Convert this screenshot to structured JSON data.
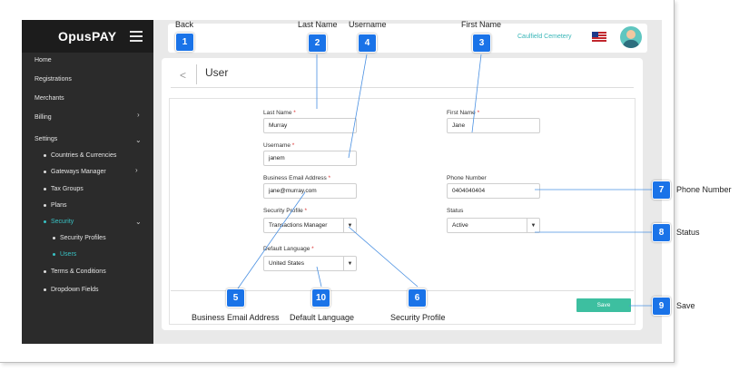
{
  "app": {
    "name": "OpusPAY",
    "organization": "Caulfield Cemetery"
  },
  "sidebar": {
    "items": [
      {
        "label": "Home"
      },
      {
        "label": "Registrations"
      },
      {
        "label": "Merchants"
      },
      {
        "label": "Billing"
      },
      {
        "label": "Settings"
      },
      {
        "label": "Countries & Currencies"
      },
      {
        "label": "Gateways Manager"
      },
      {
        "label": "Tax Groups"
      },
      {
        "label": "Plans"
      },
      {
        "label": "Security"
      },
      {
        "label": "Security Profiles"
      },
      {
        "label": "Users"
      },
      {
        "label": "Terms & Conditions"
      },
      {
        "label": "Dropdown Fields"
      }
    ],
    "active": "Users"
  },
  "page": {
    "title": "User",
    "back_glyph": "<"
  },
  "form": {
    "last_name": {
      "label": "Last Name",
      "value": "Murray"
    },
    "first_name": {
      "label": "First Name",
      "value": "Jane"
    },
    "username": {
      "label": "Username",
      "value": "janem"
    },
    "email": {
      "label": "Business Email Address",
      "value": "jane@murray.com"
    },
    "phone": {
      "label": "Phone Number",
      "value": "0404040404"
    },
    "security_profile": {
      "label": "Security Profile",
      "value": "Transactions Manager"
    },
    "status": {
      "label": "Status",
      "value": "Active"
    },
    "language": {
      "label": "Default Language",
      "value": "United States"
    },
    "save_label": "Save",
    "required_mark": "*"
  },
  "callouts": [
    {
      "num": "1",
      "caption": "Back"
    },
    {
      "num": "2",
      "caption": "Last Name"
    },
    {
      "num": "3",
      "caption": "First Name"
    },
    {
      "num": "4",
      "caption": "Username"
    },
    {
      "num": "5",
      "caption": "Business Email Address"
    },
    {
      "num": "6",
      "caption": "Security Profile"
    },
    {
      "num": "7",
      "caption": "Phone Number"
    },
    {
      "num": "8",
      "caption": "Status"
    },
    {
      "num": "9",
      "caption": "Save"
    },
    {
      "num": "10",
      "caption": "Default Language"
    }
  ],
  "colors": {
    "accent": "#38c2c4",
    "save": "#3dbfa0",
    "callout": "#1a73e8",
    "sidebar": "#2b2b2b"
  }
}
